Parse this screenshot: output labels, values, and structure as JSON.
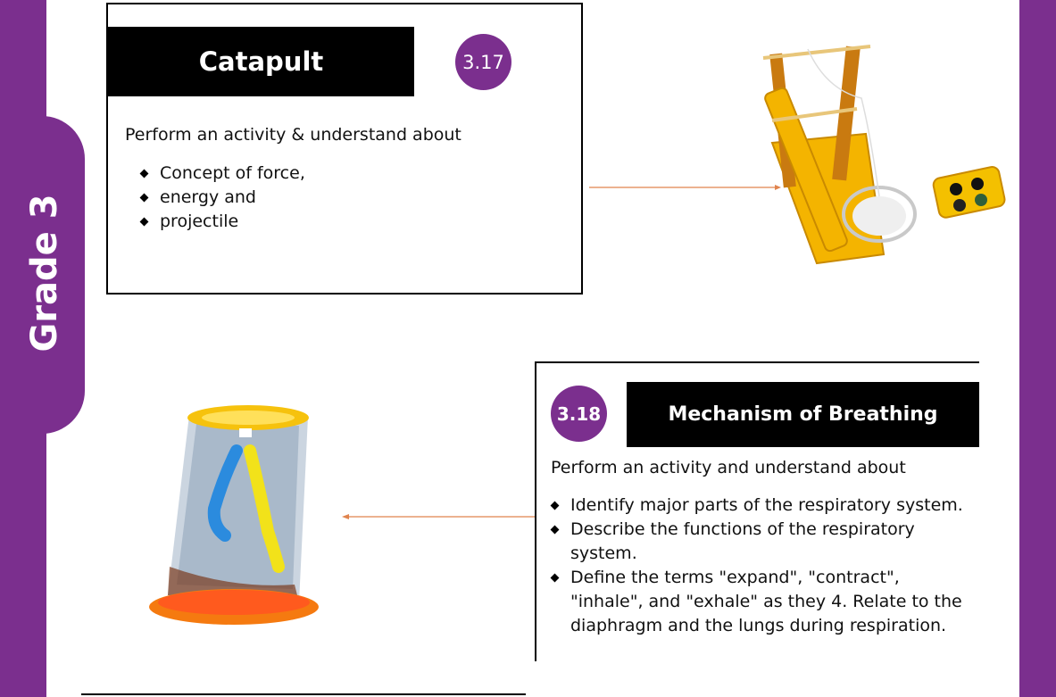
{
  "sidebar": {
    "grade_label": "Grade 3"
  },
  "colors": {
    "accent": "#7b2f8e",
    "title_bar": "#000000",
    "arrow": "#e0844e"
  },
  "activities": [
    {
      "number": "3.17",
      "title": "Catapult",
      "intro": "Perform an activity & understand about",
      "points": [
        "Concept of force,",
        "energy and",
        "projectile"
      ],
      "image": "catapult-model"
    },
    {
      "number": "3.18",
      "title": "Mechanism of Breathing",
      "intro": "Perform an activity and understand about",
      "points": [
        "Identify major parts of the respiratory system.",
        "Describe the functions of the respiratory system.",
        "Define the terms \"expand\", \"contract\", \"inhale\", and \"exhale\" as they 4. Relate to the diaphragm and the lungs during respiration."
      ],
      "image": "breathing-model-cup"
    }
  ]
}
